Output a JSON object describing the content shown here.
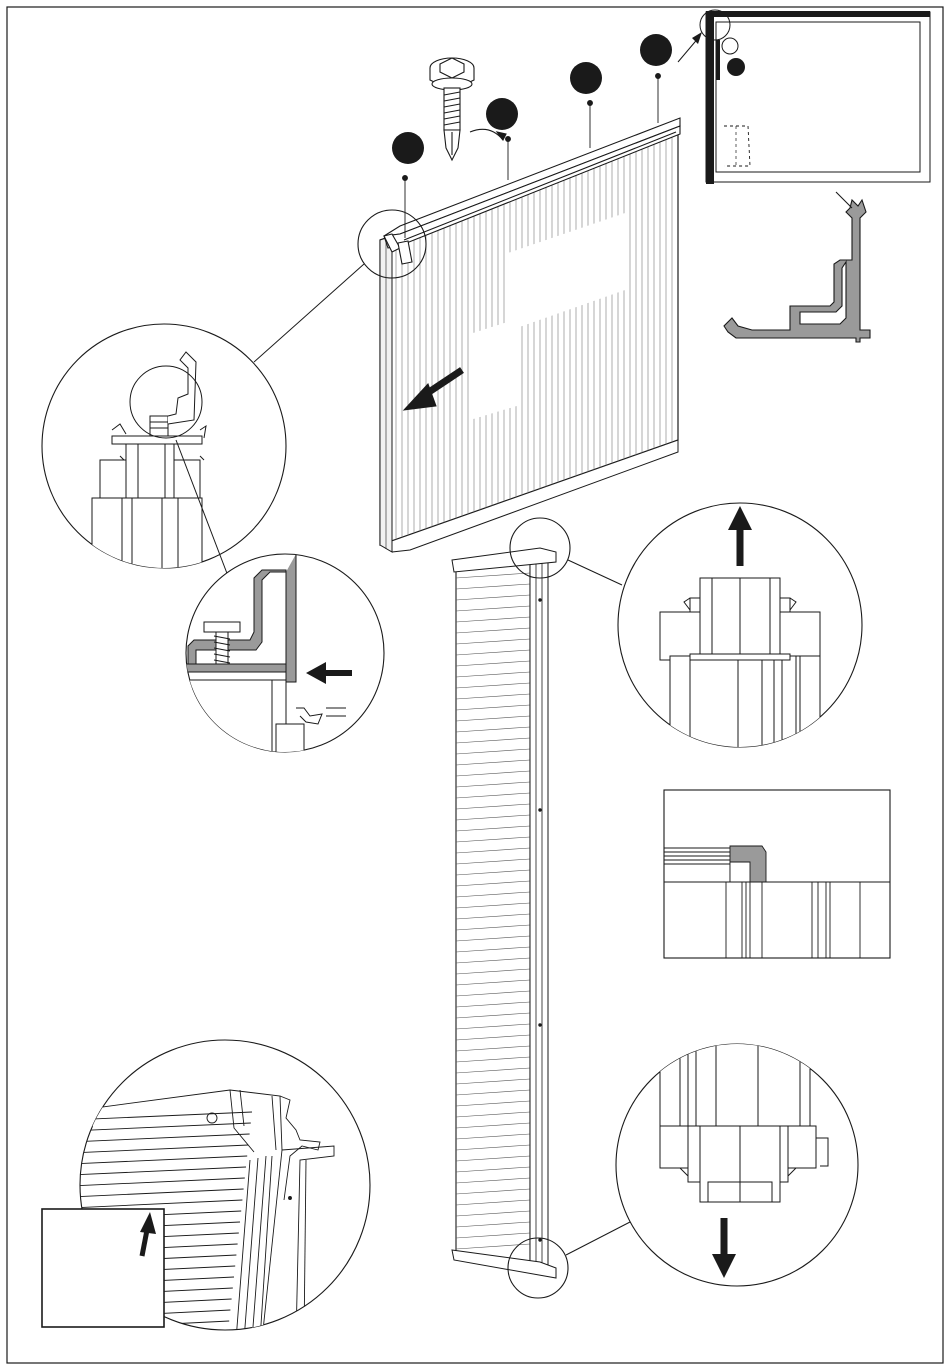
{
  "page": {
    "kind": "assembly-instruction-sheet",
    "frame": "thin-border"
  },
  "colors": {
    "ink": "#1a1a1a",
    "step_badge": "#1a1a1a",
    "profile_fill": "#9a9a9a",
    "hatch": "#555555",
    "paper": "#ffffff"
  },
  "icons": {
    "fastener": "self-drilling-hex-screw-icon",
    "direction_markers": [
      "arrow-slide-left-icon",
      "arrow-push-icon",
      "arrow-up-icon",
      "arrow-down-icon",
      "arrow-up-small-icon"
    ]
  },
  "step_markers": [
    {
      "label": ""
    },
    {
      "label": ""
    },
    {
      "label": ""
    },
    {
      "label": ""
    }
  ],
  "callouts": [
    {
      "name": "top-corner-detail"
    },
    {
      "name": "screw-fixing-detail"
    },
    {
      "name": "top-cap-detail"
    },
    {
      "name": "bottom-cap-detail"
    },
    {
      "name": "panel-edge-detail"
    }
  ]
}
